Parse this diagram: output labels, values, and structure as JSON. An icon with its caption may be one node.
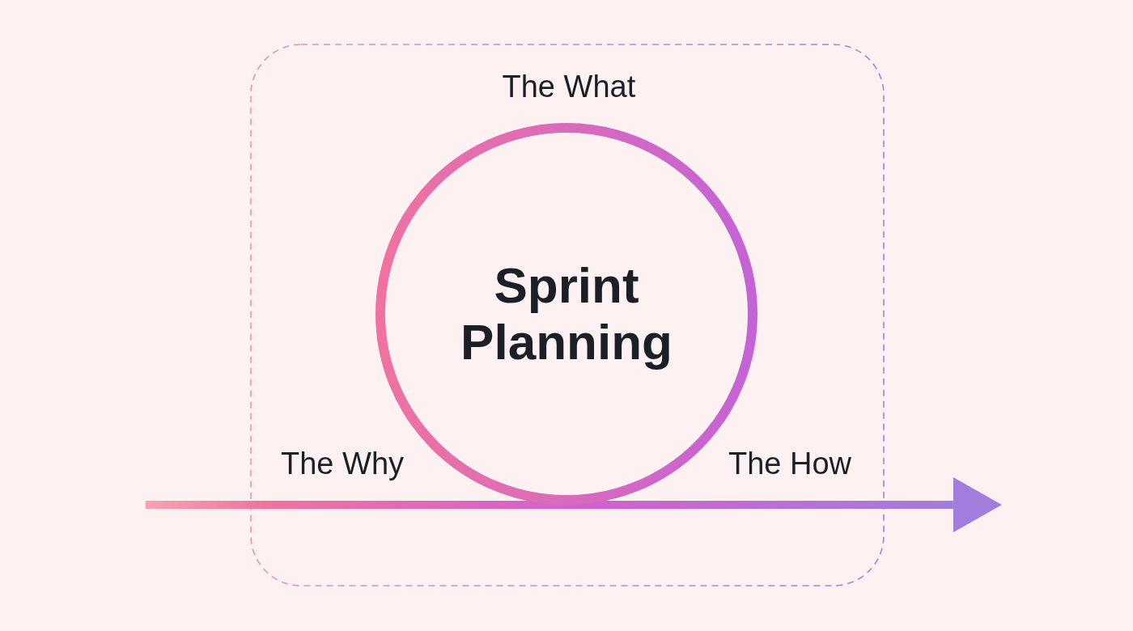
{
  "diagram": {
    "nodes": [
      {
        "text": [
          "Sprint Planning"
        ]
      }
    ],
    "labels": [
      "The What",
      "The Why",
      "The How"
    ]
  }
}
